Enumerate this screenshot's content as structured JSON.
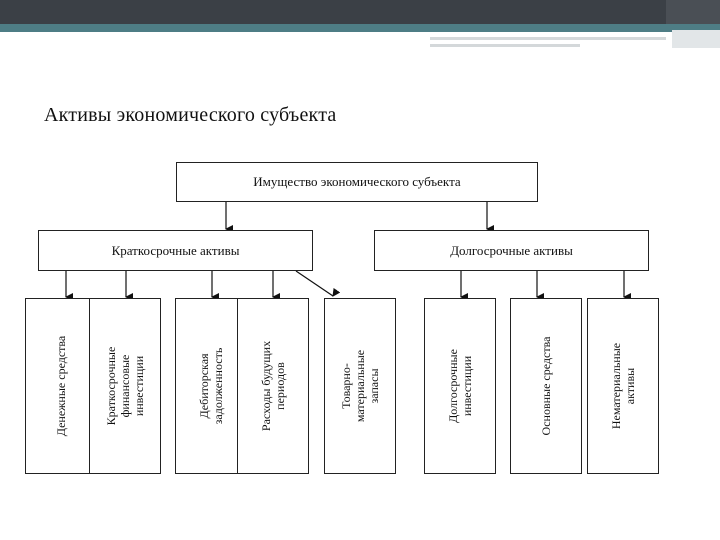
{
  "title": "Активы экономического субъекта",
  "root": "Имущество экономического субъекта",
  "short_term": {
    "label": "Краткосрочные активы",
    "items": [
      "Денежные средства",
      "Краткосрочные\nфинансовые\nинвестиции",
      "Дебиторская\nзадолженность",
      "Расходы будущих\nпериодов",
      "Товарно-\nматериальные\nзапасы"
    ]
  },
  "long_term": {
    "label": "Долгосрочные активы",
    "items": [
      "Долгосрочные\nинвестиции",
      "Основные средства",
      "Нематериальные\nактивы"
    ]
  }
}
